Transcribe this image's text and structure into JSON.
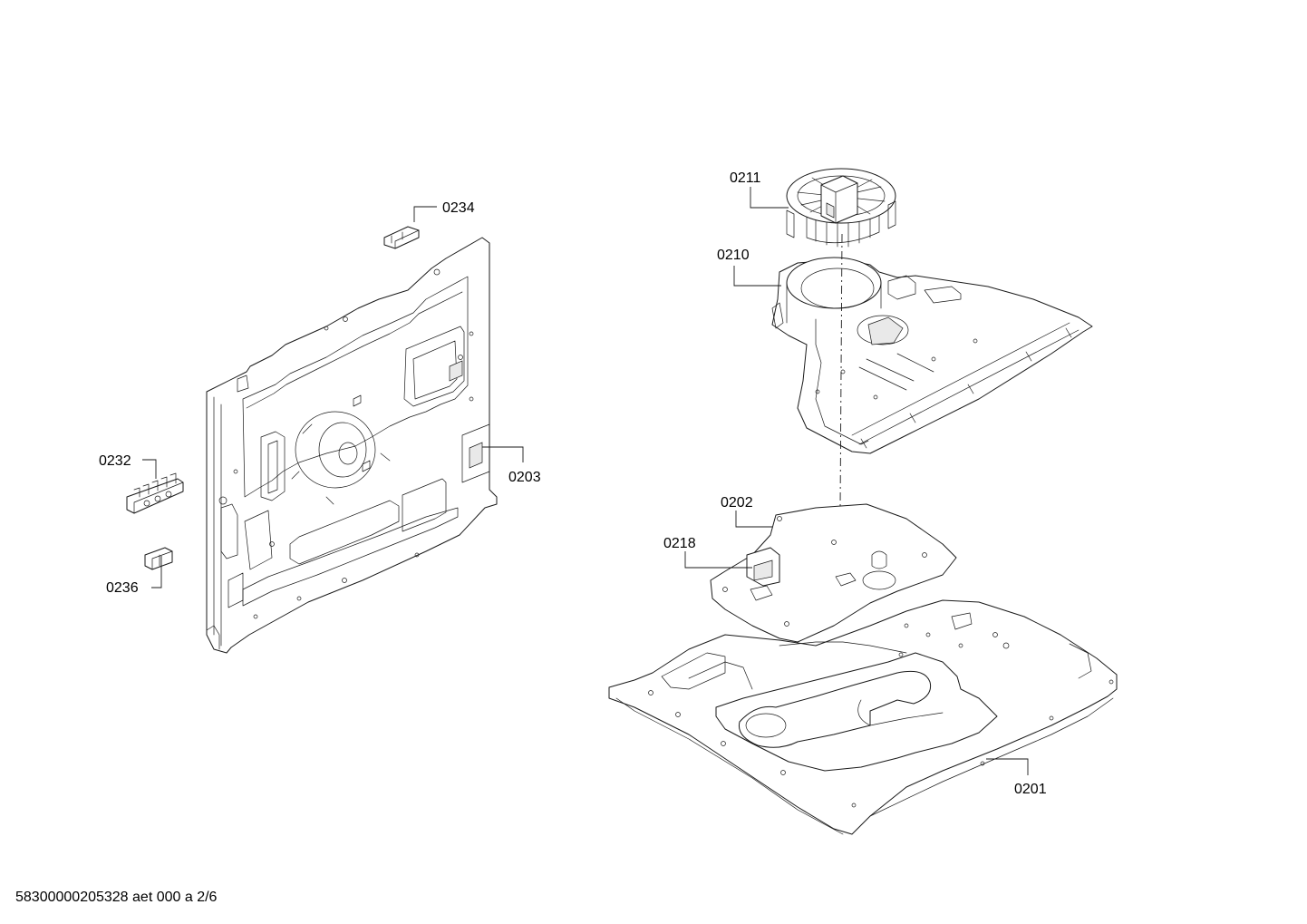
{
  "parts": {
    "p0234": "0234",
    "p0232": "0232",
    "p0236": "0236",
    "p0203": "0203",
    "p0211": "0211",
    "p0210": "0210",
    "p0202": "0202",
    "p0218": "0218",
    "p0201": "0201"
  },
  "footer": {
    "document_code": "58300000205328 aet 000 a 2/6"
  }
}
